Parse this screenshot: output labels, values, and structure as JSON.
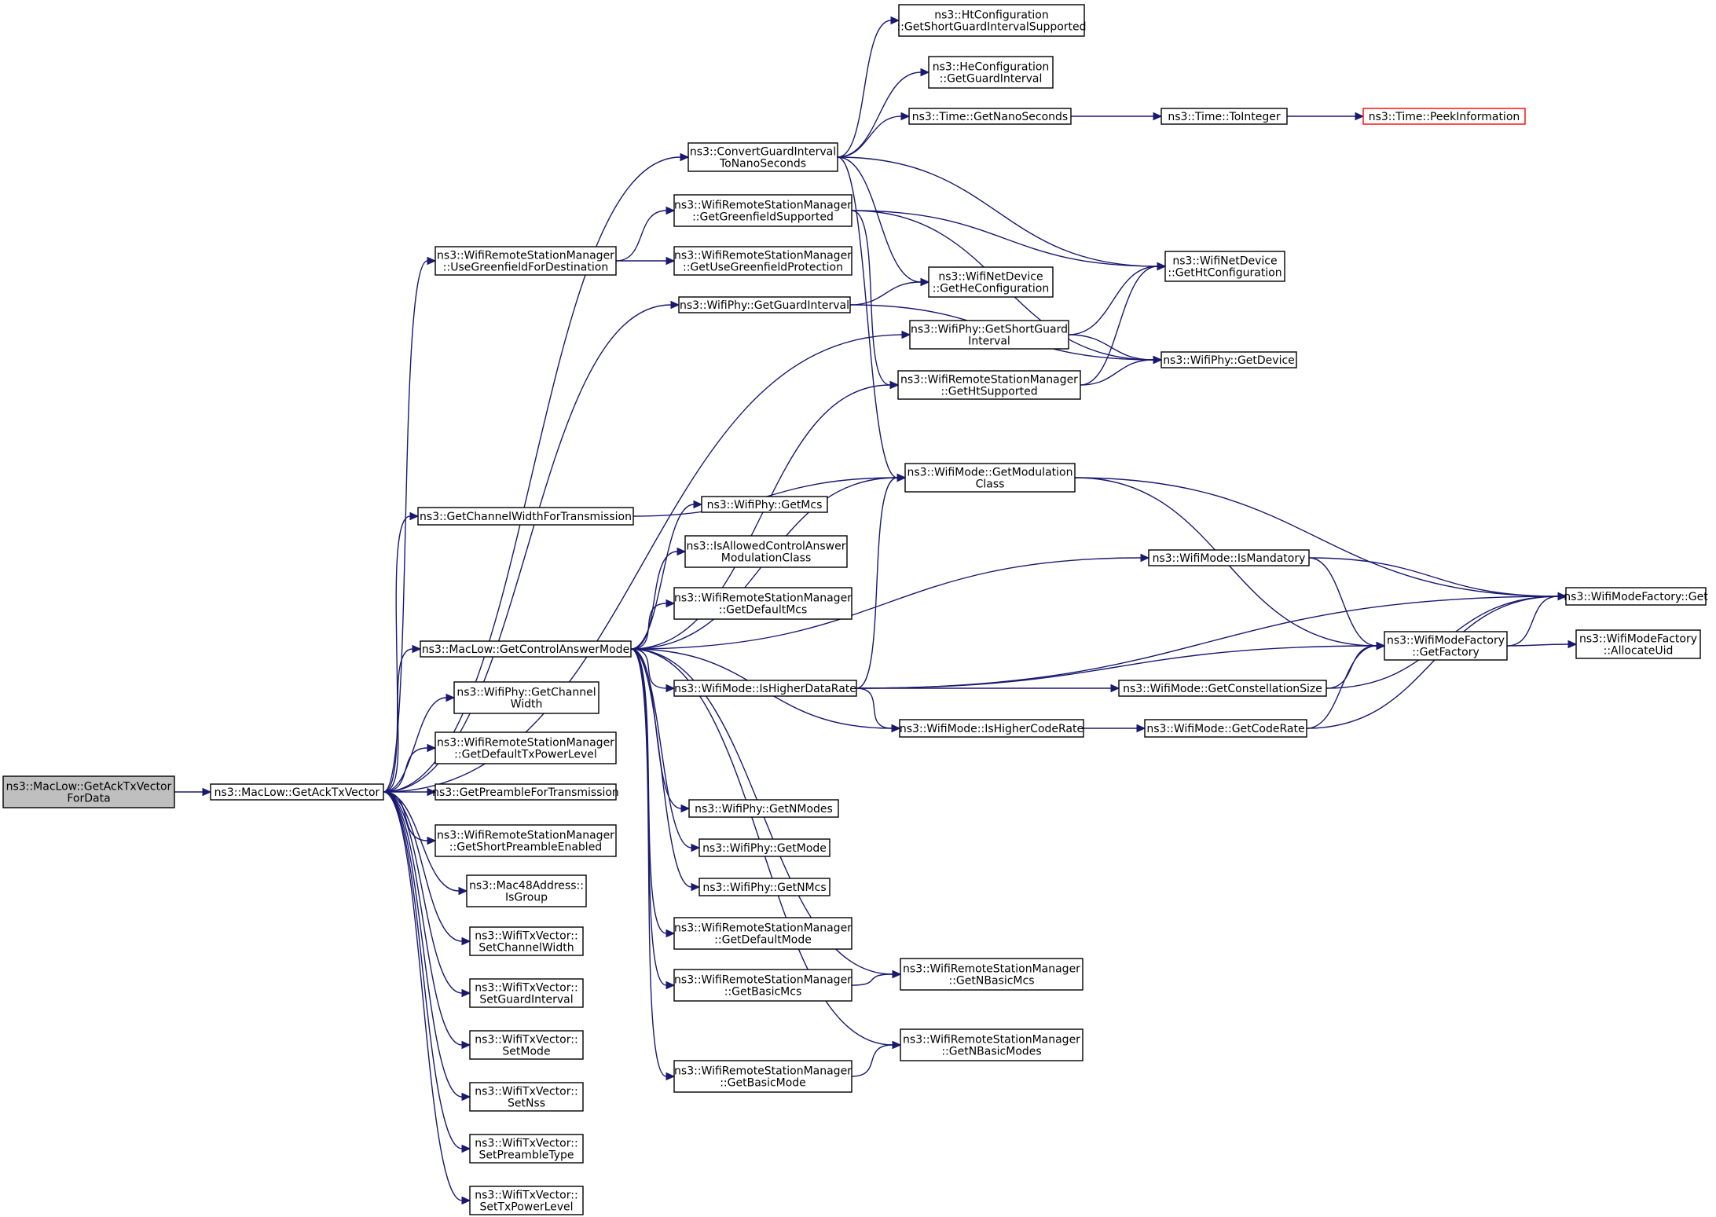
{
  "nodes": [
    {
      "id": "root",
      "lines": [
        "ns3::MacLow::GetAckTxVector",
        "ForData"
      ],
      "style": "root"
    },
    {
      "id": "getack",
      "lines": [
        "ns3::MacLow::GetAckTxVector"
      ]
    },
    {
      "id": "convgi",
      "lines": [
        "ns3::ConvertGuardInterval",
        "ToNanoSeconds"
      ]
    },
    {
      "id": "htcfg_sgi",
      "lines": [
        "ns3::HtConfiguration",
        "::GetShortGuardIntervalSupported"
      ]
    },
    {
      "id": "hecfg_gi",
      "lines": [
        "ns3::HeConfiguration",
        "::GetGuardInterval"
      ]
    },
    {
      "id": "time_ns",
      "lines": [
        "ns3::Time::GetNanoSeconds"
      ]
    },
    {
      "id": "time_int",
      "lines": [
        "ns3::Time::ToInteger"
      ]
    },
    {
      "id": "time_peek",
      "lines": [
        "ns3::Time::PeekInformation"
      ],
      "style": "truncated"
    },
    {
      "id": "wrsm_gf",
      "lines": [
        "ns3::WifiRemoteStationManager",
        "::GetGreenfieldSupported"
      ]
    },
    {
      "id": "wrsm_ugf",
      "lines": [
        "ns3::WifiRemoteStationManager",
        "::UseGreenfieldForDestination"
      ]
    },
    {
      "id": "wrsm_ugfp",
      "lines": [
        "ns3::WifiRemoteStationManager",
        "::GetUseGreenfieldProtection"
      ]
    },
    {
      "id": "nd_htcfg",
      "lines": [
        "ns3::WifiNetDevice",
        "::GetHtConfiguration"
      ]
    },
    {
      "id": "nd_hecfg",
      "lines": [
        "ns3::WifiNetDevice",
        "::GetHeConfiguration"
      ]
    },
    {
      "id": "phy_gi",
      "lines": [
        "ns3::WifiPhy::GetGuardInterval"
      ]
    },
    {
      "id": "phy_sgi",
      "lines": [
        "ns3::WifiPhy::GetShortGuard",
        "Interval"
      ]
    },
    {
      "id": "phy_dev",
      "lines": [
        "ns3::WifiPhy::GetDevice"
      ]
    },
    {
      "id": "wrsm_ht",
      "lines": [
        "ns3::WifiRemoteStationManager",
        "::GetHtSupported"
      ]
    },
    {
      "id": "mode_mod",
      "lines": [
        "ns3::WifiMode::GetModulation",
        "Class"
      ]
    },
    {
      "id": "chw_tx",
      "lines": [
        "ns3::GetChannelWidthForTransmission"
      ]
    },
    {
      "id": "phy_getmcs",
      "lines": [
        "ns3::WifiPhy::GetMcs"
      ]
    },
    {
      "id": "allowed",
      "lines": [
        "ns3::IsAllowedControlAnswer",
        "ModulationClass"
      ]
    },
    {
      "id": "wrsm_defmcs",
      "lines": [
        "ns3::WifiRemoteStationManager",
        "::GetDefaultMcs"
      ]
    },
    {
      "id": "mode_mand",
      "lines": [
        "ns3::WifiMode::IsMandatory"
      ]
    },
    {
      "id": "mf_get",
      "lines": [
        "ns3::WifiModeFactory::Get"
      ]
    },
    {
      "id": "ctrlans",
      "lines": [
        "ns3::MacLow::GetControlAnswerMode"
      ]
    },
    {
      "id": "mf_fac",
      "lines": [
        "ns3::WifiModeFactory",
        "::GetFactory"
      ]
    },
    {
      "id": "mf_uid",
      "lines": [
        "ns3::WifiModeFactory",
        "::AllocateUid"
      ]
    },
    {
      "id": "higher_dr",
      "lines": [
        "ns3::WifiMode::IsHigherDataRate"
      ]
    },
    {
      "id": "const_size",
      "lines": [
        "ns3::WifiMode::GetConstellationSize"
      ]
    },
    {
      "id": "phy_chw",
      "lines": [
        "ns3::WifiPhy::GetChannel",
        "Width"
      ]
    },
    {
      "id": "higher_cr",
      "lines": [
        "ns3::WifiMode::IsHigherCodeRate"
      ]
    },
    {
      "id": "code_rate",
      "lines": [
        "ns3::WifiMode::GetCodeRate"
      ]
    },
    {
      "id": "wrsm_deftx",
      "lines": [
        "ns3::WifiRemoteStationManager",
        "::GetDefaultTxPowerLevel"
      ]
    },
    {
      "id": "preamble",
      "lines": [
        "ns3::GetPreambleForTransmission"
      ]
    },
    {
      "id": "phy_nmodes",
      "lines": [
        "ns3::WifiPhy::GetNModes"
      ]
    },
    {
      "id": "wrsm_spe",
      "lines": [
        "ns3::WifiRemoteStationManager",
        "::GetShortPreambleEnabled"
      ]
    },
    {
      "id": "phy_mode",
      "lines": [
        "ns3::WifiPhy::GetMode"
      ]
    },
    {
      "id": "mac48",
      "lines": [
        "ns3::Mac48Address::",
        "IsGroup"
      ]
    },
    {
      "id": "phy_nmcs",
      "lines": [
        "ns3::WifiPhy::GetNMcs"
      ]
    },
    {
      "id": "wrsm_defmode",
      "lines": [
        "ns3::WifiRemoteStationManager",
        "::GetDefaultMode"
      ]
    },
    {
      "id": "tx_chw",
      "lines": [
        "ns3::WifiTxVector::",
        "SetChannelWidth"
      ]
    },
    {
      "id": "wrsm_nbmcs",
      "lines": [
        "ns3::WifiRemoteStationManager",
        "::GetNBasicMcs"
      ]
    },
    {
      "id": "wrsm_bmcs",
      "lines": [
        "ns3::WifiRemoteStationManager",
        "::GetBasicMcs"
      ]
    },
    {
      "id": "tx_gi",
      "lines": [
        "ns3::WifiTxVector::",
        "SetGuardInterval"
      ]
    },
    {
      "id": "wrsm_nbmodes",
      "lines": [
        "ns3::WifiRemoteStationManager",
        "::GetNBasicModes"
      ]
    },
    {
      "id": "tx_mode",
      "lines": [
        "ns3::WifiTxVector::",
        "SetMode"
      ]
    },
    {
      "id": "wrsm_bmode",
      "lines": [
        "ns3::WifiRemoteStationManager",
        "::GetBasicMode"
      ]
    },
    {
      "id": "tx_nss",
      "lines": [
        "ns3::WifiTxVector::",
        "SetNss"
      ]
    },
    {
      "id": "tx_pre",
      "lines": [
        "ns3::WifiTxVector::",
        "SetPreambleType"
      ]
    },
    {
      "id": "tx_pwr",
      "lines": [
        "ns3::WifiTxVector::",
        "SetTxPowerLevel"
      ]
    }
  ],
  "edges": [
    {
      "from": "root",
      "to": "getack"
    },
    {
      "from": "getack",
      "to": "convgi"
    },
    {
      "from": "getack",
      "to": "wrsm_ugf"
    },
    {
      "from": "getack",
      "to": "phy_gi"
    },
    {
      "from": "getack",
      "to": "phy_sgi"
    },
    {
      "from": "getack",
      "to": "chw_tx"
    },
    {
      "from": "getack",
      "to": "ctrlans"
    },
    {
      "from": "getack",
      "to": "phy_chw"
    },
    {
      "from": "getack",
      "to": "wrsm_deftx"
    },
    {
      "from": "getack",
      "to": "preamble"
    },
    {
      "from": "getack",
      "to": "wrsm_spe"
    },
    {
      "from": "getack",
      "to": "mac48"
    },
    {
      "from": "getack",
      "to": "tx_chw"
    },
    {
      "from": "getack",
      "to": "tx_gi"
    },
    {
      "from": "getack",
      "to": "tx_mode"
    },
    {
      "from": "getack",
      "to": "tx_nss"
    },
    {
      "from": "getack",
      "to": "tx_pre"
    },
    {
      "from": "getack",
      "to": "tx_pwr"
    },
    {
      "from": "convgi",
      "to": "htcfg_sgi"
    },
    {
      "from": "convgi",
      "to": "hecfg_gi"
    },
    {
      "from": "convgi",
      "to": "time_ns"
    },
    {
      "from": "convgi",
      "to": "nd_htcfg"
    },
    {
      "from": "convgi",
      "to": "nd_hecfg"
    },
    {
      "from": "convgi",
      "to": "mode_mod"
    },
    {
      "from": "time_ns",
      "to": "time_int"
    },
    {
      "from": "time_int",
      "to": "time_peek"
    },
    {
      "from": "wrsm_ugf",
      "to": "wrsm_gf"
    },
    {
      "from": "wrsm_ugf",
      "to": "wrsm_ugfp"
    },
    {
      "from": "wrsm_gf",
      "to": "nd_htcfg"
    },
    {
      "from": "wrsm_gf",
      "to": "phy_dev"
    },
    {
      "from": "wrsm_gf",
      "to": "wrsm_ht"
    },
    {
      "from": "phy_gi",
      "to": "nd_hecfg"
    },
    {
      "from": "phy_gi",
      "to": "phy_dev"
    },
    {
      "from": "phy_sgi",
      "to": "nd_htcfg"
    },
    {
      "from": "phy_sgi",
      "to": "phy_dev"
    },
    {
      "from": "wrsm_ht",
      "to": "nd_htcfg"
    },
    {
      "from": "wrsm_ht",
      "to": "phy_dev"
    },
    {
      "from": "chw_tx",
      "to": "mode_mod"
    },
    {
      "from": "mode_mod",
      "to": "mf_get"
    },
    {
      "from": "mode_mod",
      "to": "mf_fac"
    },
    {
      "from": "ctrlans",
      "to": "wrsm_ht"
    },
    {
      "from": "ctrlans",
      "to": "mode_mod"
    },
    {
      "from": "ctrlans",
      "to": "phy_getmcs"
    },
    {
      "from": "ctrlans",
      "to": "allowed"
    },
    {
      "from": "ctrlans",
      "to": "wrsm_defmcs"
    },
    {
      "from": "ctrlans",
      "to": "mode_mand"
    },
    {
      "from": "ctrlans",
      "to": "higher_dr"
    },
    {
      "from": "ctrlans",
      "to": "higher_cr"
    },
    {
      "from": "ctrlans",
      "to": "phy_nmodes"
    },
    {
      "from": "ctrlans",
      "to": "phy_mode"
    },
    {
      "from": "ctrlans",
      "to": "phy_nmcs"
    },
    {
      "from": "ctrlans",
      "to": "wrsm_defmode"
    },
    {
      "from": "ctrlans",
      "to": "wrsm_nbmcs"
    },
    {
      "from": "ctrlans",
      "to": "wrsm_bmcs"
    },
    {
      "from": "ctrlans",
      "to": "wrsm_nbmodes"
    },
    {
      "from": "ctrlans",
      "to": "wrsm_bmode"
    },
    {
      "from": "mode_mand",
      "to": "mf_get"
    },
    {
      "from": "mode_mand",
      "to": "mf_fac"
    },
    {
      "from": "mf_fac",
      "to": "mf_get"
    },
    {
      "from": "mf_fac",
      "to": "mf_uid"
    },
    {
      "from": "higher_dr",
      "to": "mode_mod"
    },
    {
      "from": "higher_dr",
      "to": "mf_get"
    },
    {
      "from": "higher_dr",
      "to": "mf_fac"
    },
    {
      "from": "higher_dr",
      "to": "const_size"
    },
    {
      "from": "higher_dr",
      "to": "higher_cr"
    },
    {
      "from": "const_size",
      "to": "mf_fac"
    },
    {
      "from": "const_size",
      "to": "mf_get"
    },
    {
      "from": "higher_cr",
      "to": "code_rate"
    },
    {
      "from": "code_rate",
      "to": "mf_fac"
    },
    {
      "from": "code_rate",
      "to": "mf_get"
    },
    {
      "from": "wrsm_bmcs",
      "to": "wrsm_nbmcs"
    },
    {
      "from": "wrsm_bmode",
      "to": "wrsm_nbmodes"
    }
  ]
}
